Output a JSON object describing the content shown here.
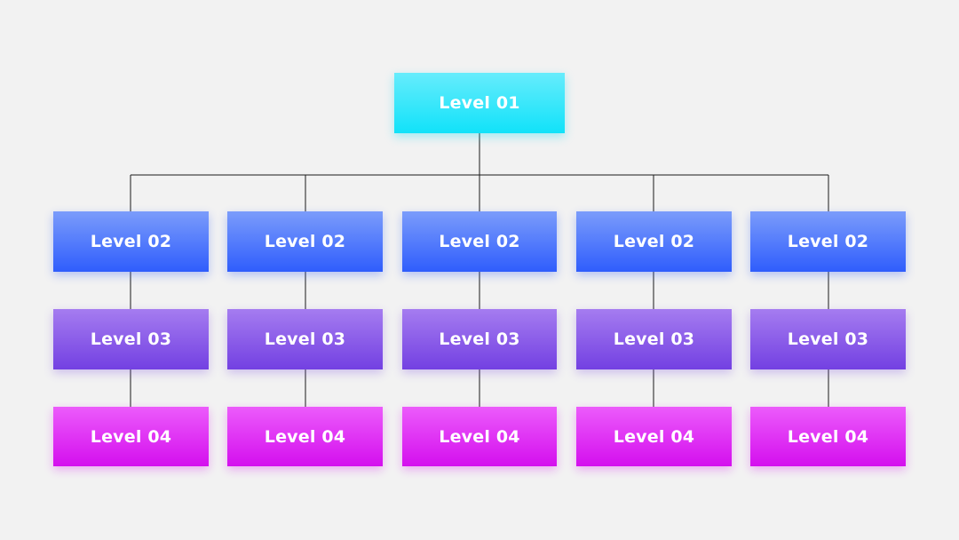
{
  "diagram": {
    "root": {
      "label": "Level 01"
    },
    "columns": [
      {
        "level_02": "Level 02",
        "level_03": "Level 03",
        "level_04": "Level 04"
      },
      {
        "level_02": "Level 02",
        "level_03": "Level 03",
        "level_04": "Level 04"
      },
      {
        "level_02": "Level 02",
        "level_03": "Level 03",
        "level_04": "Level 04"
      },
      {
        "level_02": "Level 02",
        "level_03": "Level 03",
        "level_04": "Level 04"
      },
      {
        "level_02": "Level 02",
        "level_03": "Level 03",
        "level_04": "Level 04"
      }
    ]
  },
  "colors": {
    "background": "#f2f2f2",
    "level_01": "#22e4f8",
    "level_02": "#4a74fb",
    "level_03": "#8a5ce9",
    "level_04": "#df2ff3",
    "connector": "#1a1a1a"
  }
}
